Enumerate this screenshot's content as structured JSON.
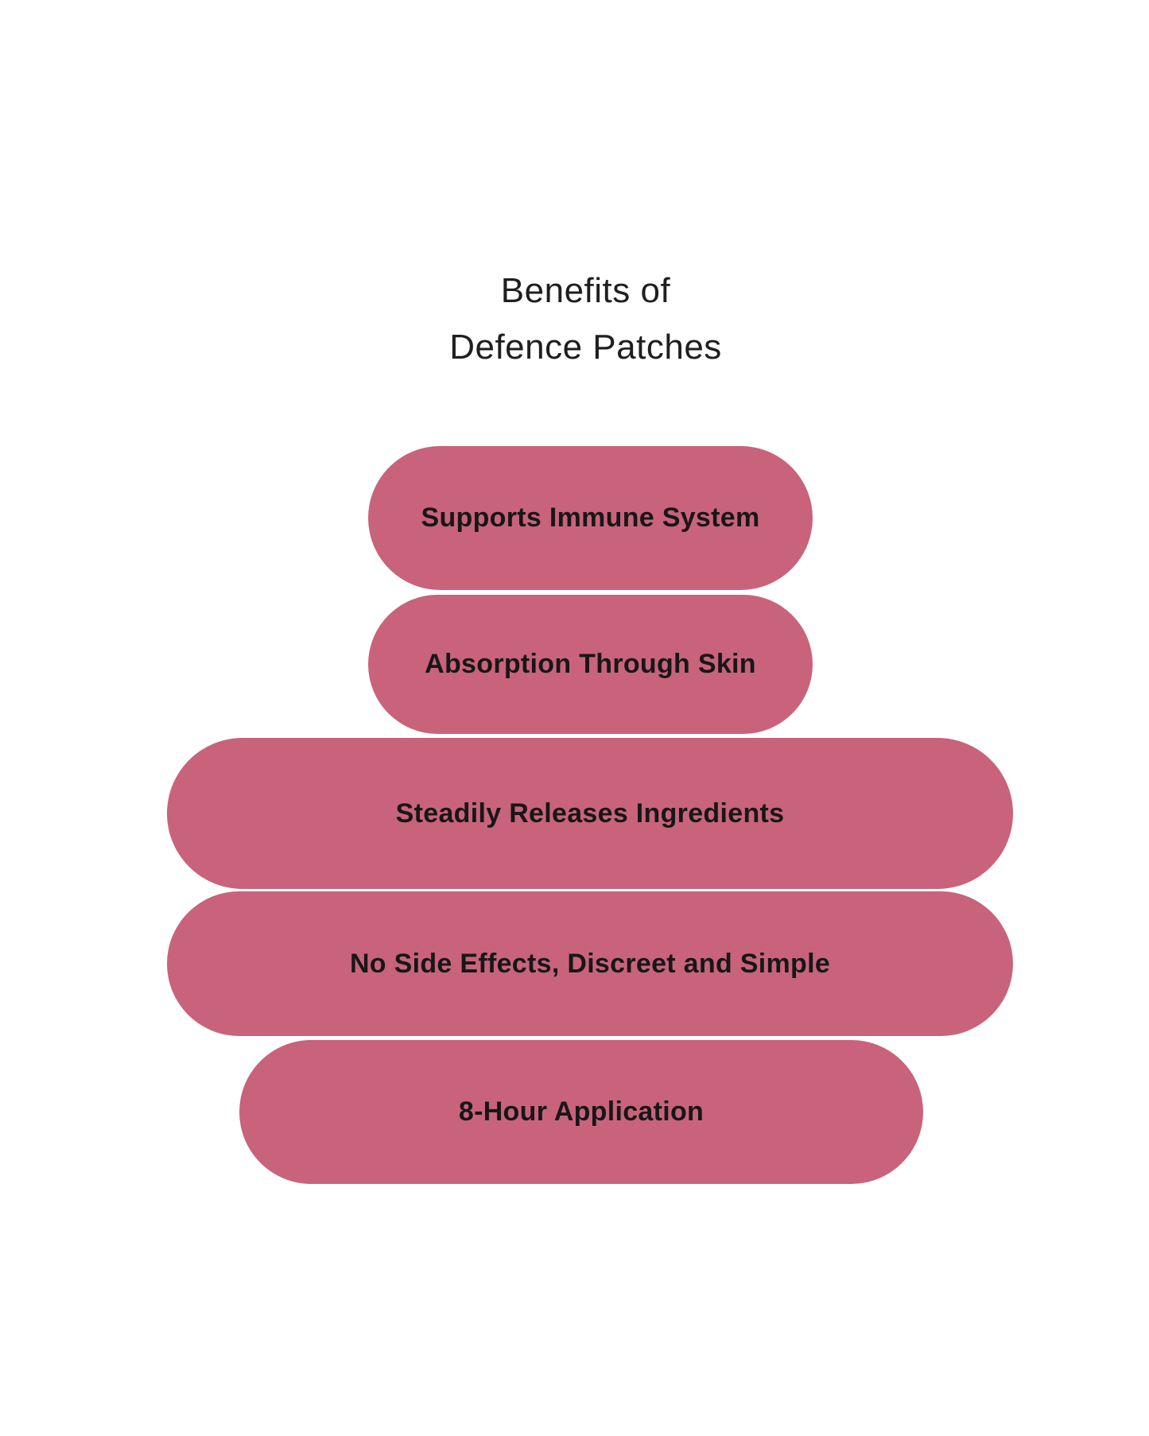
{
  "title": {
    "line1": "Benefits of",
    "line2": "Defence Patches"
  },
  "colors": {
    "pill": "#c8637b",
    "text": "#171717",
    "title_text": "#1f1f1f",
    "background": "#ffffff"
  },
  "benefits": [
    {
      "label": "Supports Immune System"
    },
    {
      "label": "Absorption Through Skin"
    },
    {
      "label": "Steadily Releases Ingredients"
    },
    {
      "label": "No Side Effects, Discreet and Simple"
    },
    {
      "label": "8-Hour Application"
    }
  ]
}
